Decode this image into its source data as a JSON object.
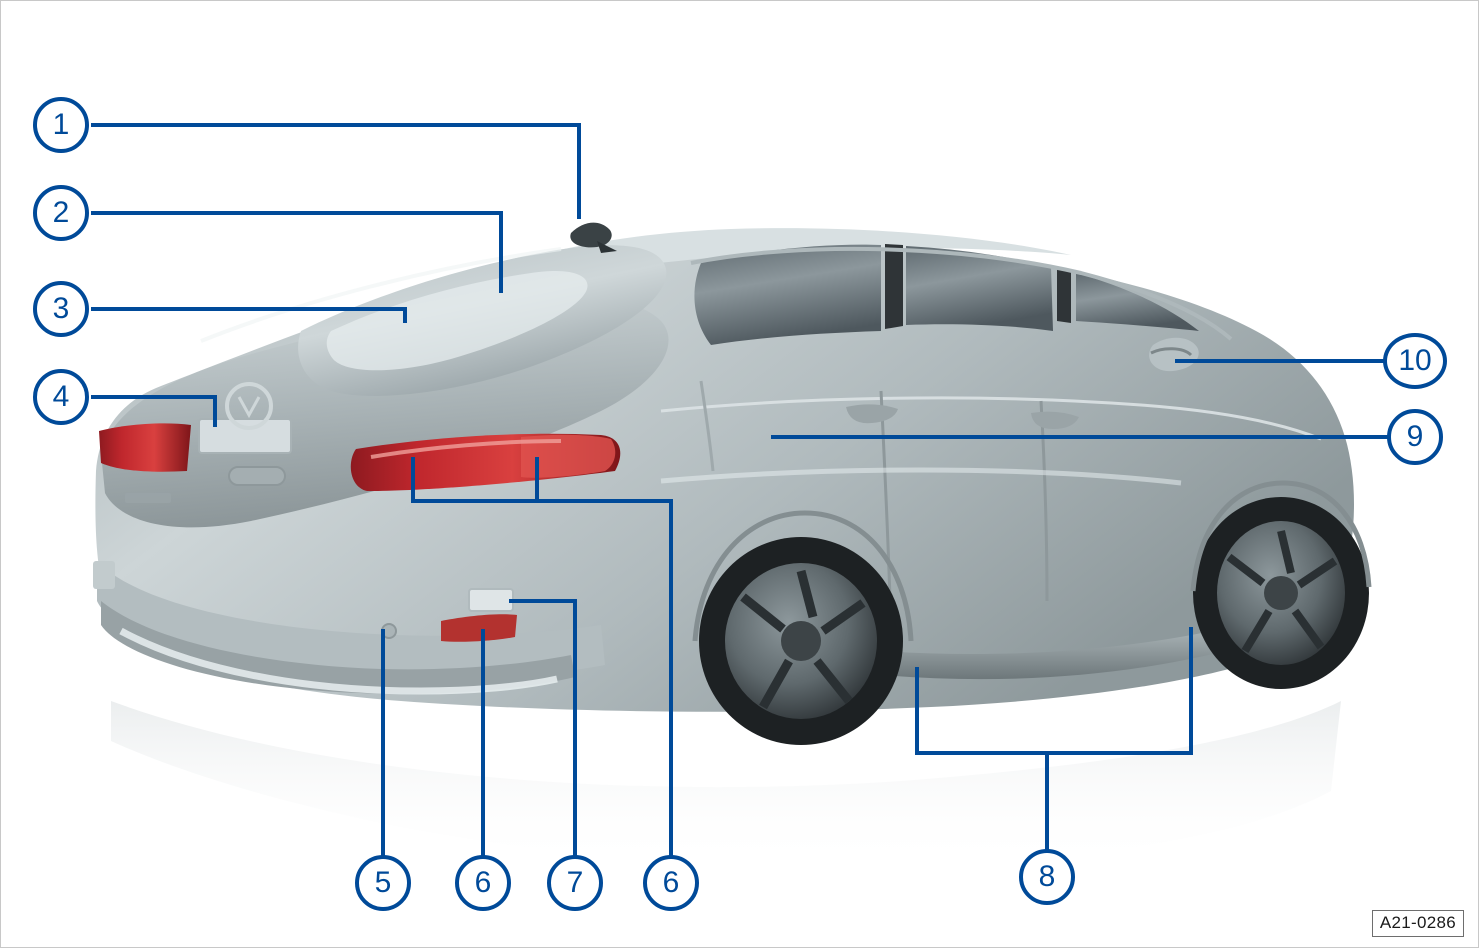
{
  "figure": {
    "code": "A21-0286",
    "title": "Rear three-quarter view of sedan with numbered component callouts",
    "vehicle_view": "rear left three-quarter exterior view of a silver-grey four-door sedan with reflection below"
  },
  "callouts": [
    {
      "id": "callout-1",
      "label": "1",
      "target": "roof antenna"
    },
    {
      "id": "callout-2",
      "label": "2",
      "target": "rear window / rear window defroster"
    },
    {
      "id": "callout-3",
      "label": "3",
      "target": "rear window wiper area / rear shelf"
    },
    {
      "id": "callout-4",
      "label": "4",
      "target": "license plate light"
    },
    {
      "id": "callout-5",
      "label": "5",
      "target": "rear bumper lower sensor"
    },
    {
      "id": "callout-6",
      "label": "6",
      "target": "rear reflector"
    },
    {
      "id": "callout-7",
      "label": "7",
      "target": "rear fog light / reverse light"
    },
    {
      "id": "callout-6b",
      "label": "6",
      "target": "tail light cluster"
    },
    {
      "id": "callout-8",
      "label": "8",
      "target": "side sill / rocker panel"
    },
    {
      "id": "callout-9",
      "label": "9",
      "target": "fuel filler flap"
    },
    {
      "id": "callout-10",
      "label": "10",
      "target": "exterior mirror"
    }
  ],
  "colors": {
    "callout_blue": "#004a99",
    "body_paint": "#b9c2c4",
    "background": "#ffffff",
    "tail_light_red": "#c0272d"
  }
}
